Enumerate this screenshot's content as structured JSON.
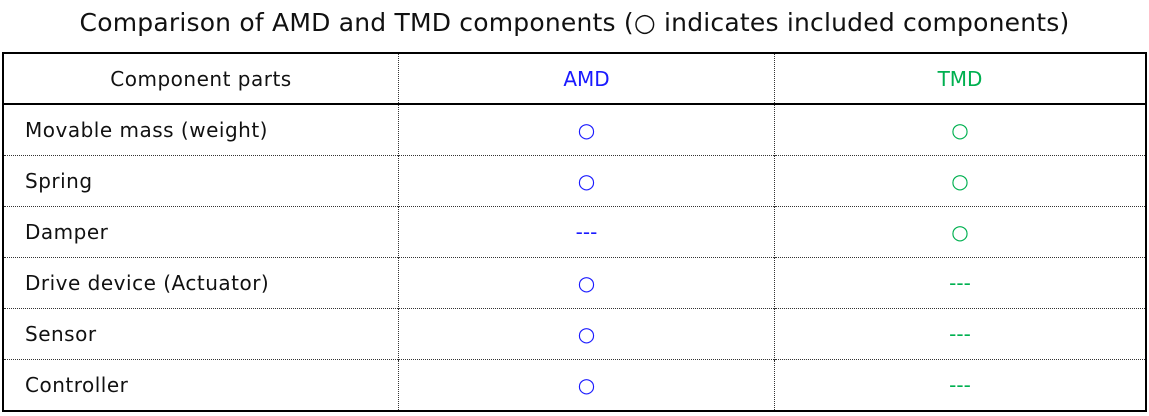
{
  "title": "Comparison of AMD and TMD components (○ indicates included components)",
  "headers": [
    "Component parts",
    "AMD",
    "TMD"
  ],
  "rows": [
    {
      "part": "Movable mass (weight)",
      "amd": "○",
      "tmd": "○"
    },
    {
      "part": "Spring",
      "amd": "○",
      "tmd": "○"
    },
    {
      "part": "Damper",
      "amd": "---",
      "tmd": "○"
    },
    {
      "part": "Drive device (Actuator)",
      "amd": "○",
      "tmd": "---"
    },
    {
      "part": "Sensor",
      "amd": "○",
      "tmd": "---"
    },
    {
      "part": "Controller",
      "amd": "○",
      "tmd": "---"
    }
  ],
  "colors": {
    "amd": "#1a1aff",
    "tmd": "#00b050"
  }
}
